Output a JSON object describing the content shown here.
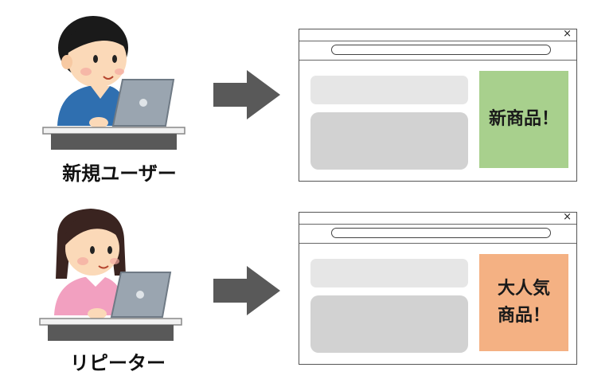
{
  "rows": [
    {
      "user_label": "新規ユーザー",
      "promo_text": "新商品！",
      "promo_color": "#a8d08d",
      "close_glyph": "×"
    },
    {
      "user_label": "リピーター",
      "promo_text": "大人気\n商品！",
      "promo_color": "#f4b183",
      "close_glyph": "×"
    }
  ]
}
